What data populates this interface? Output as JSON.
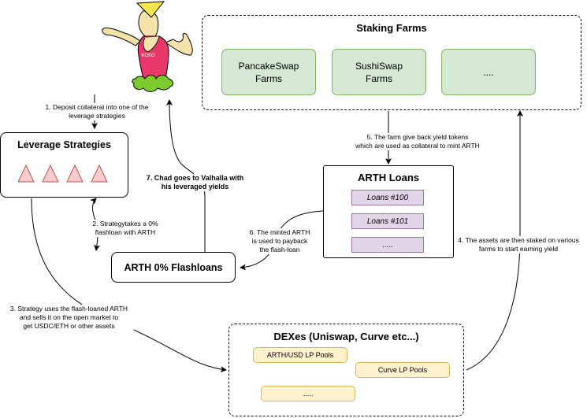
{
  "staking_farms": {
    "title": "Staking Farms",
    "farms": [
      "PancakeSwap\nFarms",
      "SushiSwap\nFarms",
      "...."
    ]
  },
  "leverage_strategies": {
    "title": "Leverage Strategies"
  },
  "arth_loans": {
    "title": "ARTH Loans",
    "loans": [
      "Loans #100",
      "Loans #101",
      "....."
    ]
  },
  "flashloans": {
    "title": "ARTH 0% Flashloans"
  },
  "dexes": {
    "title": "DEXes (Uniswap, Curve etc...)",
    "pools": [
      "ARTH/USD LP Pools",
      "Curve LP Pools",
      "....."
    ]
  },
  "steps": {
    "step1": "1. Deposit collateral into one of the\nleverage strategies",
    "step2": "2.  Strategytakes a 0%\nflashloan with ARTH",
    "step3": "3. Strategy uses the flash-loaned ARTH\nand sells it on the open market to\nget USDC/ETH or other assets",
    "step4": "4. The assets are then staked on various\nfarms to start earning yield",
    "step5": "5. The farm give back yield tokens\nwhich are used as collateral to mint ARTH",
    "step6": "6. The minted ARTH\nis used to payback\nthe flash-loan",
    "step7": "7. Chad goes to Valhalla with\nhis leveraged yields"
  },
  "mascot": {
    "icon": "chad-mascot-icon",
    "shirt_text": "KOKO"
  },
  "colors": {
    "farm_fill": "#d5e8d4",
    "farm_stroke": "#82b366",
    "loan_fill": "#e1d5e7",
    "loan_stroke": "#9673a6",
    "pool_fill": "#fff2cc",
    "pool_stroke": "#d6b656",
    "triangle_fill": "#f8cecc",
    "triangle_stroke": "#b85450"
  }
}
